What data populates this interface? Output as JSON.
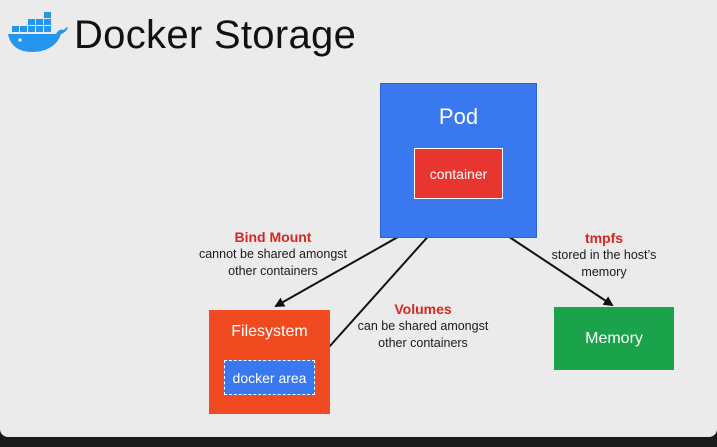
{
  "slide": {
    "title": "Docker Storage"
  },
  "colors": {
    "pod_blue": "#3a78ef",
    "container_red": "#e8352f",
    "filesystem_orange": "#f04a20",
    "memory_green": "#1aa34a",
    "annotation_red": "#d9271f"
  },
  "diagram": {
    "pod": {
      "label": "Pod"
    },
    "container": {
      "label": "container"
    },
    "filesystem": {
      "label": "Filesystem"
    },
    "docker_area": {
      "label": "docker area"
    },
    "memory": {
      "label": "Memory"
    },
    "bind_mount": {
      "title": "Bind Mount",
      "line1": "cannot be shared amongst",
      "line2": "other containers"
    },
    "volumes": {
      "title": "Volumes",
      "line1": "can be shared amongst",
      "line2": "other containers"
    },
    "tmpfs": {
      "title": "tmpfs",
      "line1": "stored in the host’s",
      "line2": "memory"
    }
  }
}
